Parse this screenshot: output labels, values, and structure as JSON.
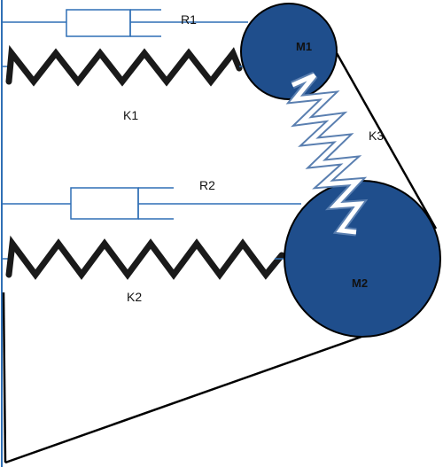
{
  "colors": {
    "mass_fill": "#1f4e8c",
    "line_blue": "#2f6fb5",
    "spring_dark": "#1a1a1a",
    "outline": "#000000",
    "k3_fill": "#ffffff",
    "k3_outline": "#5a7fb0"
  },
  "labels": {
    "r1": "R1",
    "k1": "K1",
    "r2": "R2",
    "k2": "K2",
    "k3": "K3",
    "m1": "M1",
    "m2": "M2"
  }
}
